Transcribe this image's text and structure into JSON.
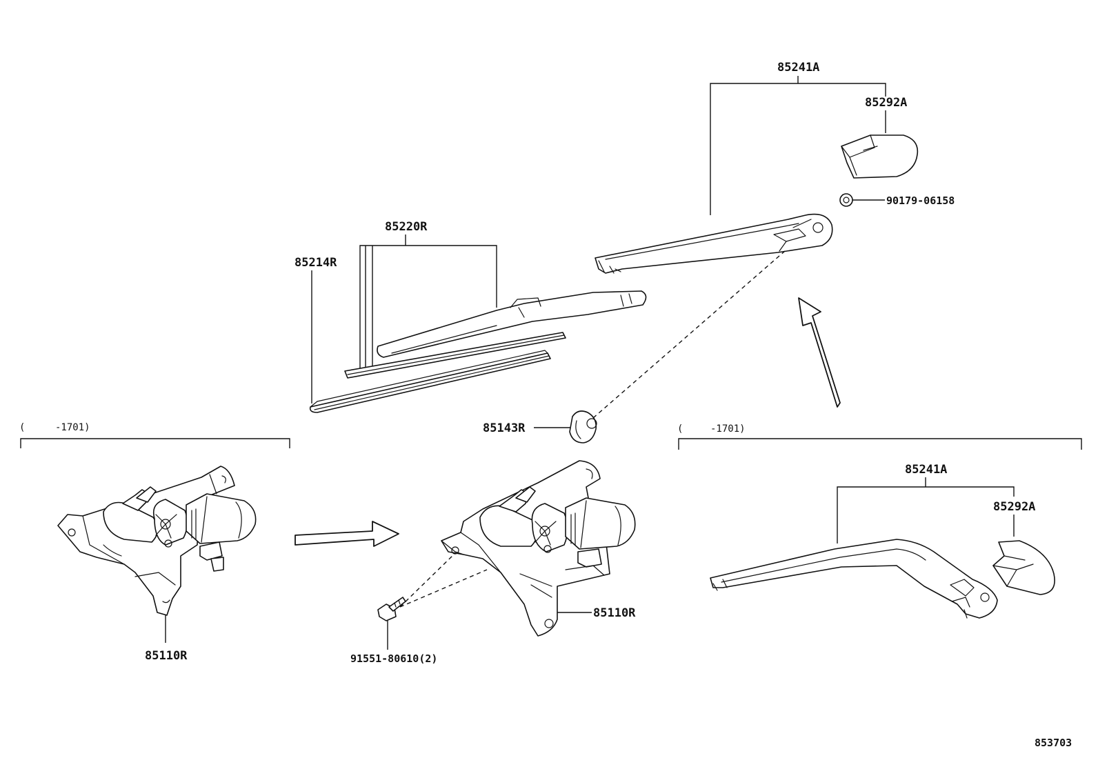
{
  "diagram": {
    "labels": {
      "arm_assy_upper": "85241A",
      "cover_upper": "85292A",
      "nut": "90179-06158",
      "blade": "85220R",
      "blade_rubber": "85214R",
      "cap": "85143R",
      "motor_left": "85110R",
      "motor_center": "85110R",
      "bolt": "91551-80610(2)",
      "arm_assy_lower": "85241A",
      "cover_lower": "85292A"
    },
    "range_left": {
      "open": "(",
      "value": "-1701)"
    },
    "range_right": {
      "open": "(",
      "value": "-1701)"
    },
    "figure_number": "853703"
  }
}
